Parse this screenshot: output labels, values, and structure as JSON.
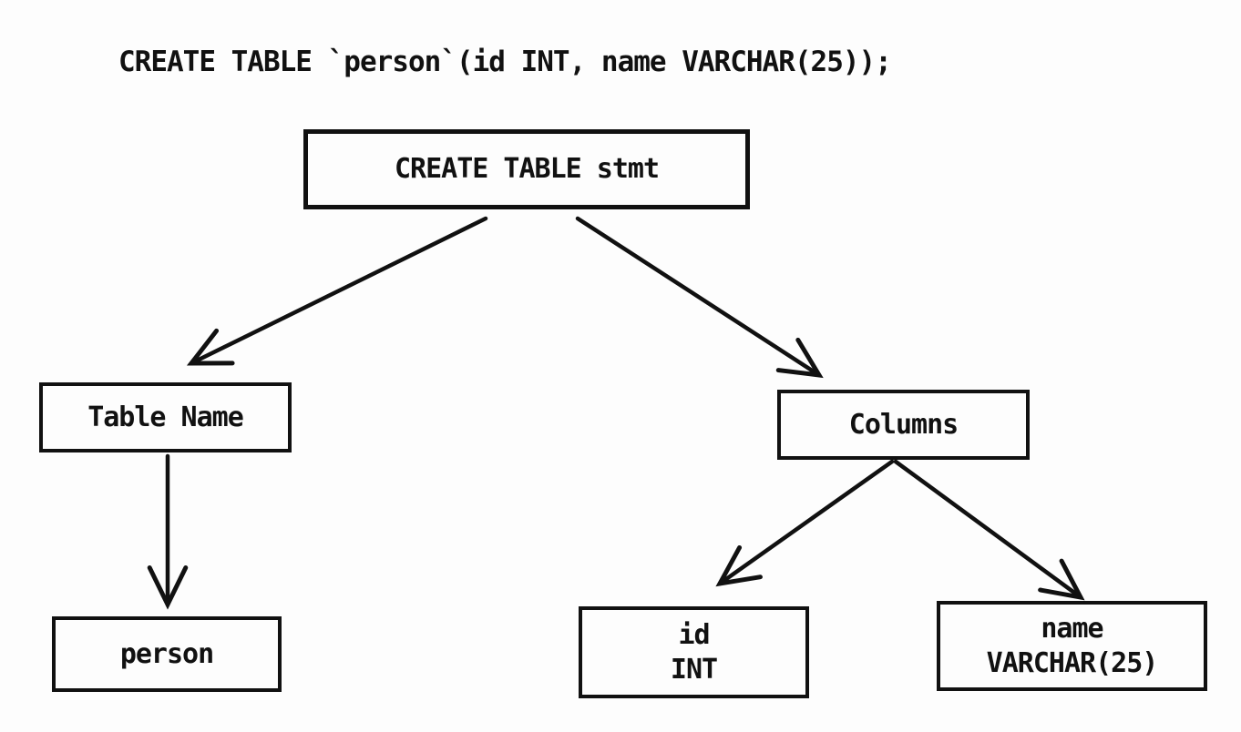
{
  "statement": "CREATE TABLE `person`(id INT, name VARCHAR(25));",
  "nodes": {
    "stmt": "CREATE TABLE stmt",
    "table_name": "Table Name",
    "columns": "Columns",
    "person": "person",
    "id_col": {
      "line1": "id",
      "line2": "INT"
    },
    "name_col": {
      "line1": "name",
      "line2": "VARCHAR(25)"
    }
  },
  "edges": [
    {
      "from": "CREATE TABLE stmt",
      "to": "Table Name"
    },
    {
      "from": "CREATE TABLE stmt",
      "to": "Columns"
    },
    {
      "from": "Table Name",
      "to": "person"
    },
    {
      "from": "Columns",
      "to": "id INT"
    },
    {
      "from": "Columns",
      "to": "name VARCHAR(25)"
    }
  ],
  "colors": {
    "ink": "#111111",
    "background": "#fdfdfd"
  }
}
